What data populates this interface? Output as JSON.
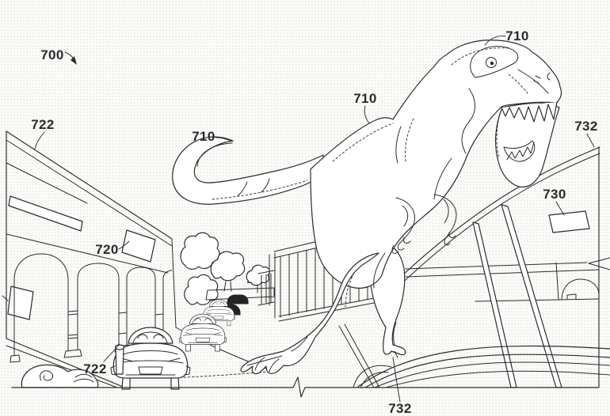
{
  "figure": {
    "ref_numerals": {
      "system": "700",
      "dinosaur_head": "710",
      "dinosaur_back": "710",
      "dinosaur_tail": "710",
      "wall_sign": "720",
      "barrier_wall_upper": "722",
      "barrier_wall_lower": "722",
      "structure_sign": "730",
      "overhead_structure": "732",
      "track_structure": "732"
    },
    "colors": {
      "ink": "#2b2b2b",
      "paper": "#fbfbf9"
    }
  }
}
